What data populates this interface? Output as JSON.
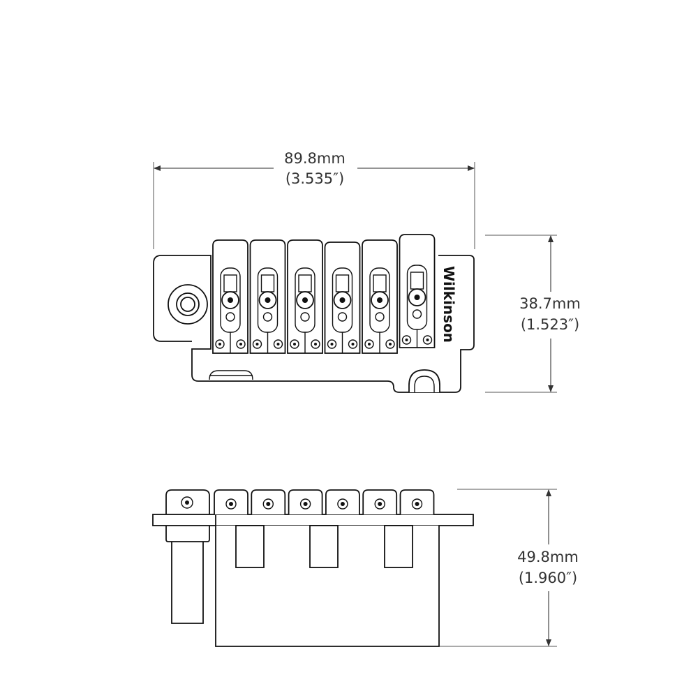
{
  "dimensions": {
    "width": {
      "mm": "89.8mm",
      "inch": "(3.535″)"
    },
    "depth": {
      "mm": "38.7mm",
      "inch": "(1.523″)"
    },
    "height": {
      "mm": "49.8mm",
      "inch": "(1.960″)"
    }
  },
  "brand": {
    "logo_text": "Wilkinson"
  },
  "top_view": {
    "saddle_count": 6
  },
  "side_view": {
    "saddle_count": 6,
    "block_slot_count": 3
  }
}
